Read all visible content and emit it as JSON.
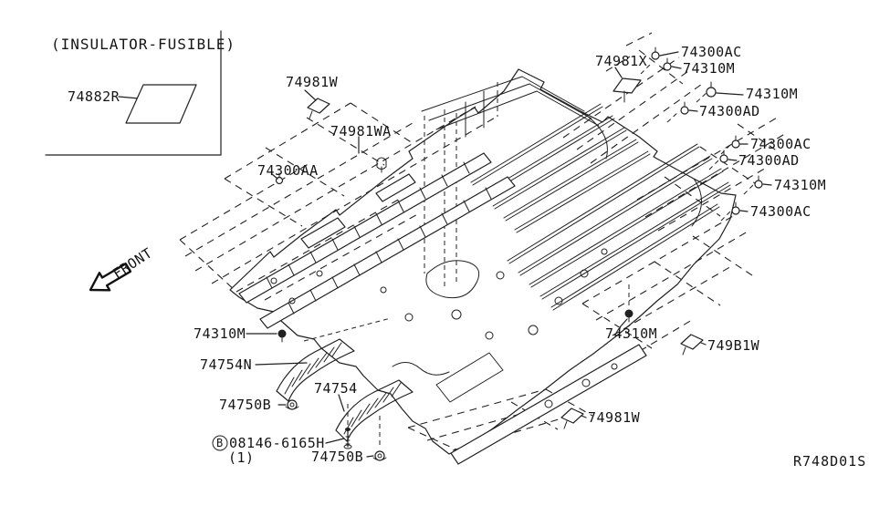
{
  "figure": {
    "title": "(INSULATOR-FUSIBLE)",
    "ref_code": "R748D01S",
    "front_label": "FRONT",
    "fastener_prefix": "B",
    "qty_note": "(1)",
    "line_color": "#202020",
    "background_color": "#ffffff"
  },
  "parts": [
    {
      "text": "74882R"
    },
    {
      "text": "74981W"
    },
    {
      "text": "74981WA"
    },
    {
      "text": "74300AA"
    },
    {
      "text": "74981X"
    },
    {
      "text": "74300AC"
    },
    {
      "text": "74310M"
    },
    {
      "text": "74310M"
    },
    {
      "text": "74300AD"
    },
    {
      "text": "74300AC"
    },
    {
      "text": "74300AD"
    },
    {
      "text": "74310M"
    },
    {
      "text": "74300AC"
    },
    {
      "text": "74310M"
    },
    {
      "text": "74754N"
    },
    {
      "text": "74754"
    },
    {
      "text": "74750B"
    },
    {
      "text": "08146-6165H"
    },
    {
      "text": "74750B"
    },
    {
      "text": "74310M"
    },
    {
      "text": "749B1W"
    },
    {
      "text": "74981W"
    }
  ]
}
